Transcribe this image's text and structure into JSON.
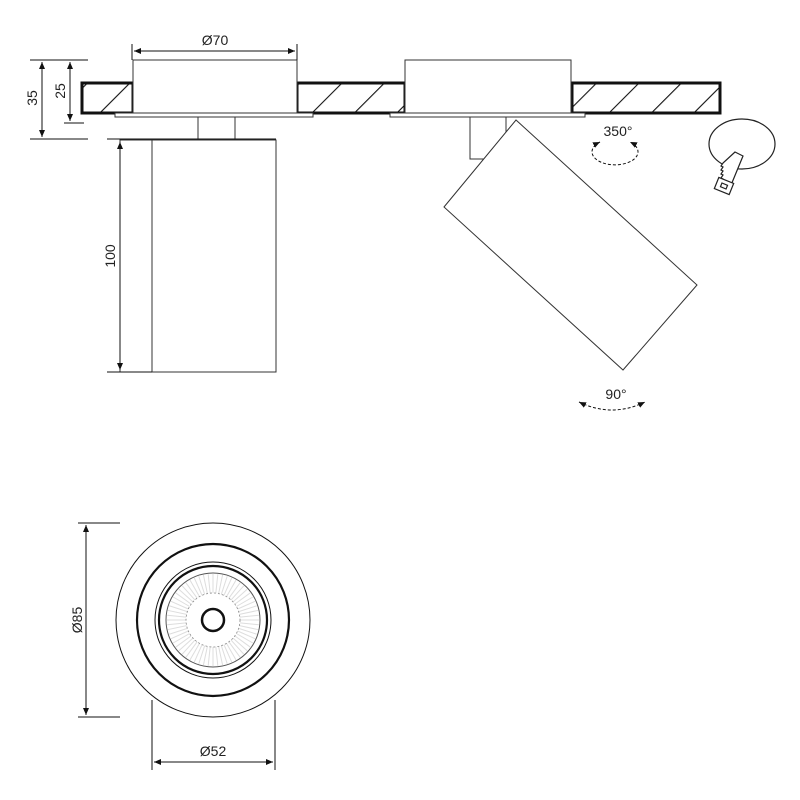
{
  "dimensions": {
    "recess_diameter": "Ø70",
    "total_height": "35",
    "recess_depth": "25",
    "body_length": "100",
    "rotation_horizontal": "350°",
    "tilt_vertical": "90°",
    "outer_diameter": "Ø85",
    "body_diameter": "Ø52"
  },
  "colors": {
    "line": "#111111",
    "fill": "#ffffff"
  }
}
